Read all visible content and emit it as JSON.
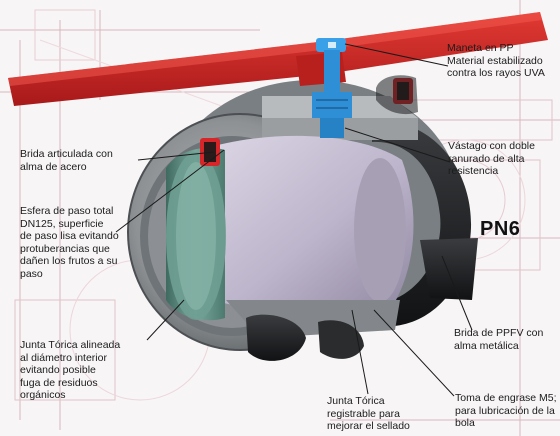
{
  "labels": {
    "maneta": "Maneta en PP\nMaterial estabilizado\ncontra los rayos UVA",
    "brida_articulada": "Brida articulada con\nalma de acero",
    "vastago": "Vástago con doble\nranurado de alta\nresistencia",
    "esfera": "Esfera de paso total\nDN125, superficie\nde paso lisa evitando\nprotuberancias que\ndañen los frutos a su\npaso",
    "pressure_rating": "PN6",
    "brida_ppfv": "Brida de PPFV con\nalma metálica",
    "junta_alineada": "Junta Tórica alineada\nal diámetro interior\nevitando posible\nfuga de residuos\norgánicos",
    "junta_registrable": "Junta Tórica\nregistrable para\nmejorar el sellado",
    "toma_engrase": "Toma de engrase M5;\npara lubricación de la\nbola"
  },
  "colors": {
    "handle_red": "#d42a24",
    "seal_red": "#d7262a",
    "body_gray": "#8f9396",
    "ball_purple": "#c4bdd0",
    "bore_green": "#5f8f84",
    "stem_blue": "#2f8fd6",
    "leader_line": "#1a1a1a",
    "blueprint_pink": "#d7b4bc"
  }
}
